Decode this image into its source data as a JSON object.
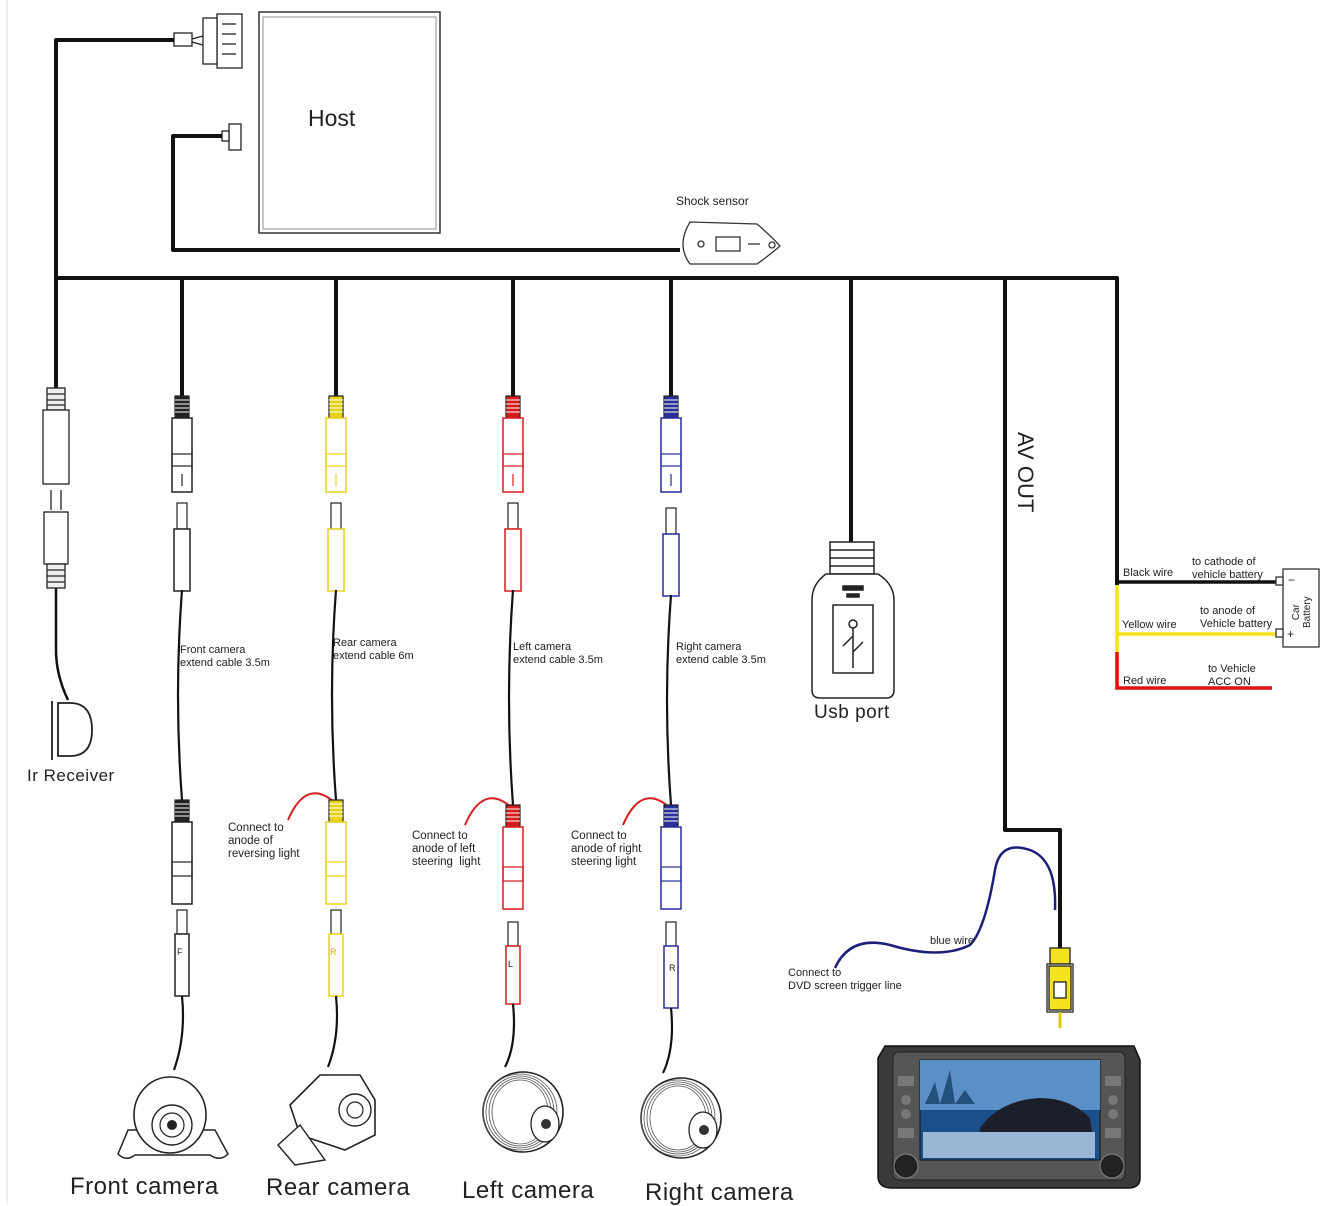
{
  "host": {
    "label": "Host"
  },
  "shock_sensor": {
    "label": "Shock sensor"
  },
  "ir_receiver": {
    "label": "Ir Receiver"
  },
  "av_out": {
    "label": "AV OUT"
  },
  "usb_port": {
    "label": "Usb port"
  },
  "cameras": [
    {
      "id": "front",
      "name": "Front camera",
      "extend_cable": "Front camera\nextend cable 3.5m",
      "connect_note": "",
      "plug_letter": "F",
      "color": "#222222"
    },
    {
      "id": "rear",
      "name": "Rear camera",
      "extend_cable": "Rear camera\nextend cable 6m",
      "connect_note": "Connect to\nanode of\nreversing light",
      "plug_letter": "R",
      "color": "#e8d21a"
    },
    {
      "id": "left",
      "name": "Left camera",
      "extend_cable": "Left camera\nextend cable 3.5m",
      "connect_note": "Connect to\nanode of left\nsteering  light",
      "plug_letter": "L",
      "color": "#d81c1c"
    },
    {
      "id": "right",
      "name": "Right camera",
      "extend_cable": "Right camera\nextend cable 3.5m",
      "connect_note": "Connect to\nanode of right\nsteering light",
      "plug_letter": "R",
      "color": "#2a2f9a"
    }
  ],
  "power_wires": [
    {
      "wire": "Black wire",
      "target": "to cathode of\nvehicle battery",
      "color": "#111111"
    },
    {
      "wire": "Yellow wire",
      "target": "to anode of\nVehicle battery",
      "color": "#f4e21c"
    },
    {
      "wire": "Red wire",
      "target": "to Vehicle\nACC ON",
      "color": "#e01010"
    }
  ],
  "battery": {
    "label": "Car\nBattery",
    "minus": "−",
    "plus": "+"
  },
  "trigger": {
    "wire_label": "blue wire",
    "note": "Connect to\nDVD screen trigger line",
    "color": "#1c1f7a"
  },
  "colors": {
    "cable": "#111111",
    "outline": "#333333"
  }
}
